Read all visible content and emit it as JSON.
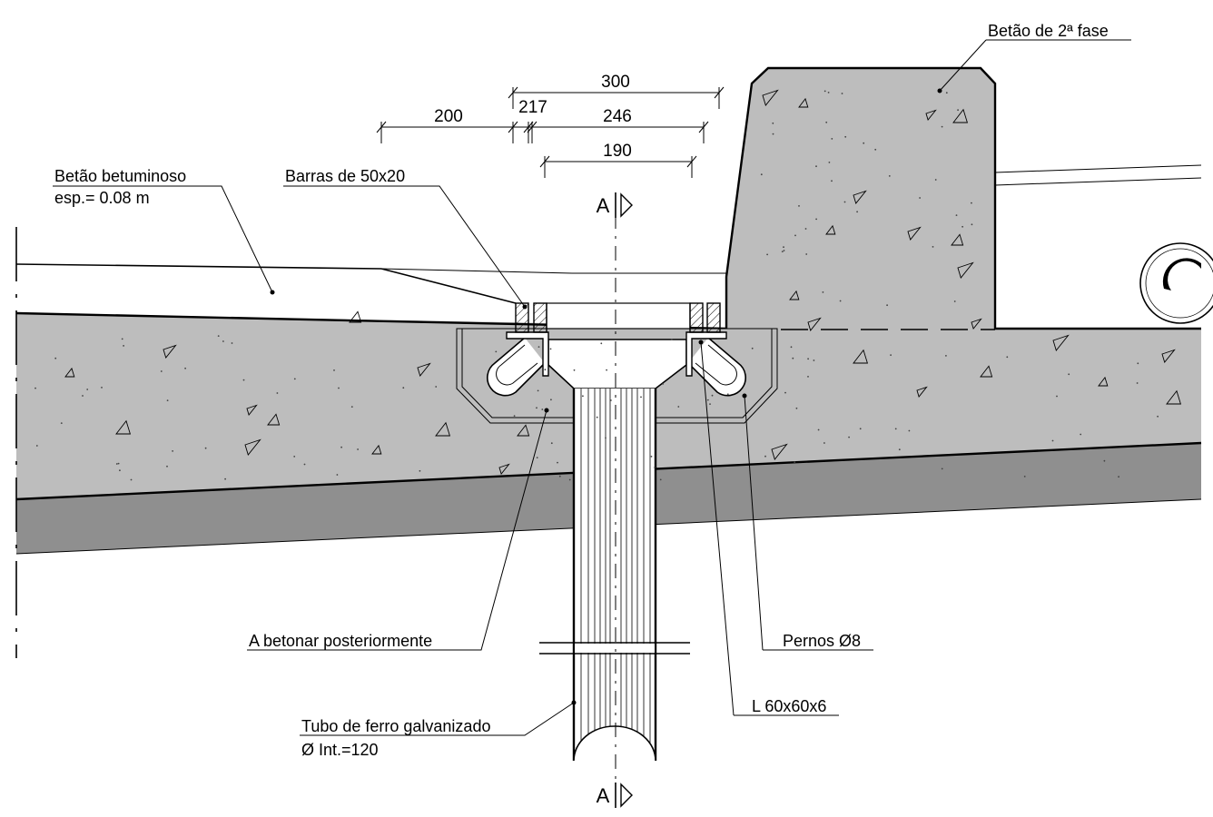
{
  "labels": {
    "betao_betuminoso": "Betão betuminoso",
    "espessura": "esp.= 0.08 m",
    "barras": "Barras de 50x20",
    "betao_2a_fase": "Betão de 2ª fase",
    "a_betonar": "A betonar posteriormente",
    "pernos": "Pernos Ø8",
    "cantoneira": "L 60x60x6",
    "tubo": "Tubo de ferro galvanizado",
    "tubo_diametro": "Ø Int.=120"
  },
  "dimensions": {
    "d300": "300",
    "d200": "200",
    "d217": "217",
    "d246": "246",
    "d190": "190"
  },
  "section_marks": {
    "top": "A",
    "bottom": "A"
  },
  "colors": {
    "concrete": "#bdbdbd",
    "base_layer": "#8f8f8f",
    "line": "#000000",
    "background": "#ffffff"
  }
}
